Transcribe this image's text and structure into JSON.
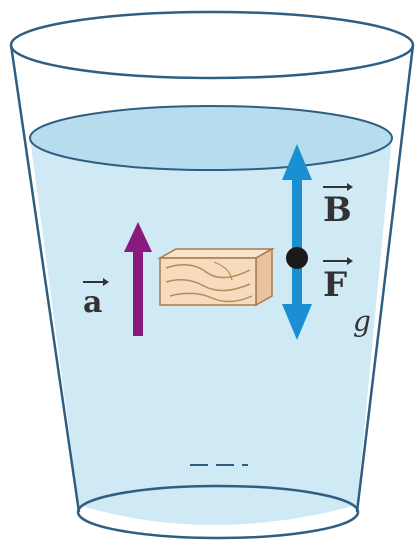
{
  "labels": {
    "acceleration": "a",
    "buoyant_force": "B",
    "gravity_force": "F",
    "gravity_subscript": "g"
  },
  "colors": {
    "water": "#cfe9f5",
    "water_surface": "#b7dcee",
    "glass_outline": "#2f5e83",
    "acceleration_arrow": "#8b1a7e",
    "force_arrow": "#1a8fd1",
    "wood_fill": "#f6dcbc",
    "wood_grain": "#b88a5a",
    "text": "#333333"
  },
  "icons": {
    "glass": "glass-of-water",
    "block": "wooden-block",
    "point": "application-point"
  }
}
